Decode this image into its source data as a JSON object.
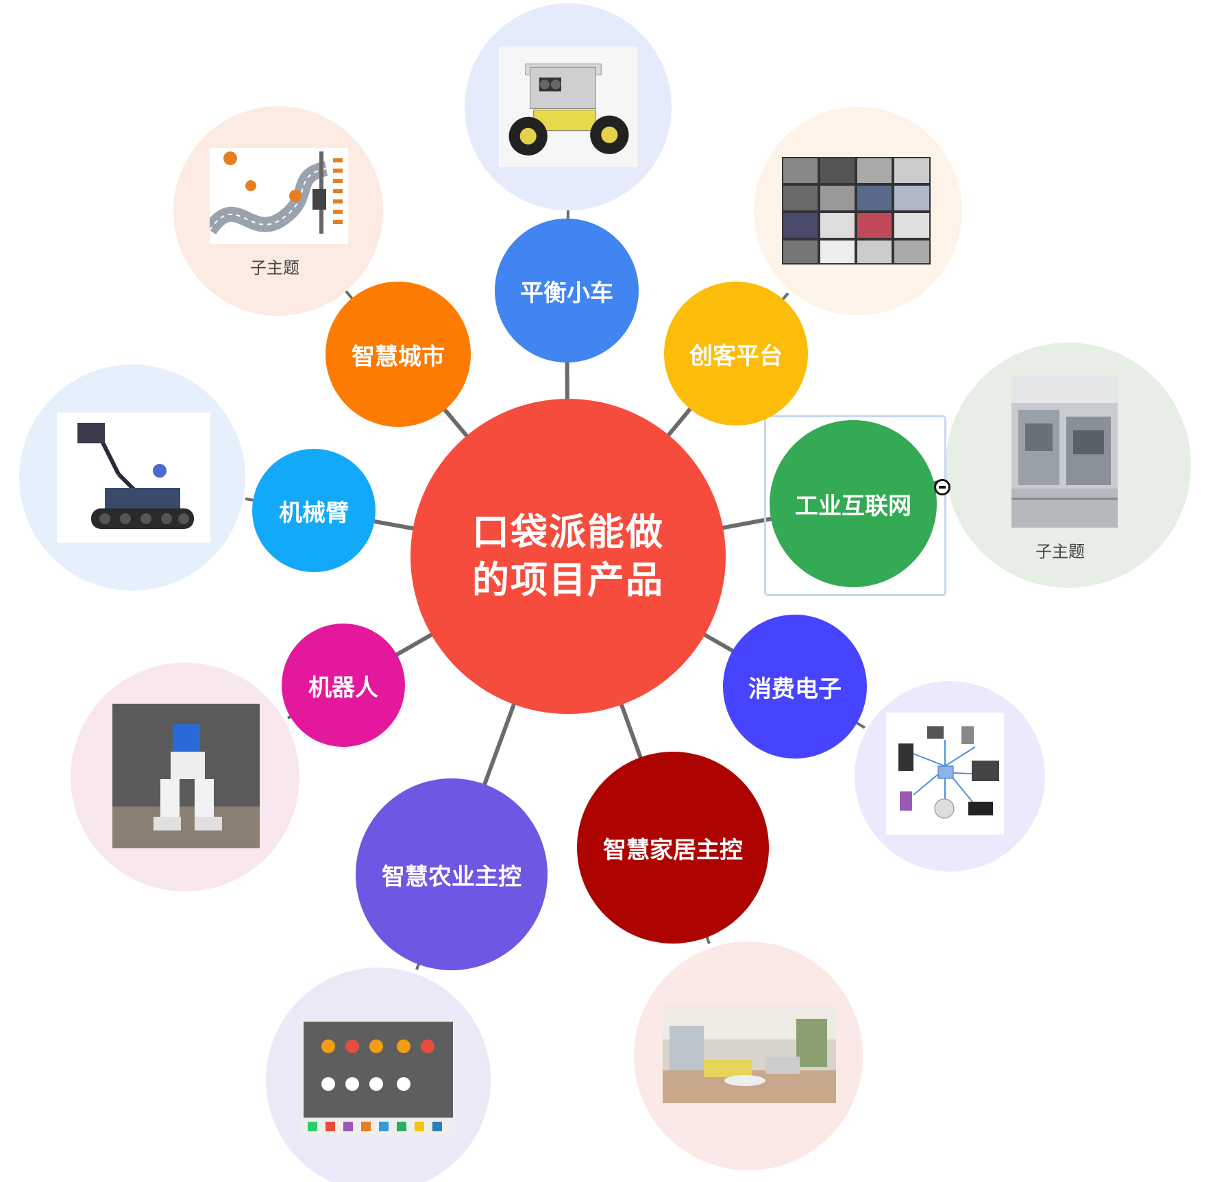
{
  "center": {
    "line1": "口袋派能做",
    "line2": "的项目产品",
    "color": "#f64c3d"
  },
  "topics": [
    {
      "key": "balance-car",
      "label": "平衡小车",
      "color": "#4185f0",
      "halo": "#e5ebfb",
      "image": "balance-car-robot-photo"
    },
    {
      "key": "maker",
      "label": "创客平台",
      "color": "#fbbd0a",
      "halo": "#fdf3e8",
      "image": "maker-products-collage"
    },
    {
      "key": "industrial",
      "label": "工业互联网",
      "color": "#35aa54",
      "halo": "#e7eee6",
      "image": "factory-assembly-line-photo",
      "caption": "子主题"
    },
    {
      "key": "consumer",
      "label": "消费电子",
      "color": "#4644ff",
      "halo": "#ebeafd",
      "image": "smart-appliances-diagram"
    },
    {
      "key": "smart-home",
      "label": "智慧家居主控",
      "color": "#ad0401",
      "halo": "#fbe9e7",
      "image": "smart-living-room-photo"
    },
    {
      "key": "smart-agri",
      "label": "智慧农业主控",
      "color": "#6f57e4",
      "halo": "#ebe8f7",
      "image": "agriculture-dashboard-screen"
    },
    {
      "key": "robot",
      "label": "机器人",
      "color": "#e4189c",
      "halo": "#f8e8ee",
      "image": "biped-robot-photo"
    },
    {
      "key": "robot-arm",
      "label": "机械臂",
      "color": "#13a9f9",
      "halo": "#e6f0fc",
      "image": "tracked-robot-arm-photo"
    },
    {
      "key": "smart-city",
      "label": "智慧城市",
      "color": "#fd7b01",
      "halo": "#fbebe3",
      "image": "smart-streetlight-diagram",
      "caption": "子主题"
    }
  ],
  "link_color": "#6b6b6b"
}
